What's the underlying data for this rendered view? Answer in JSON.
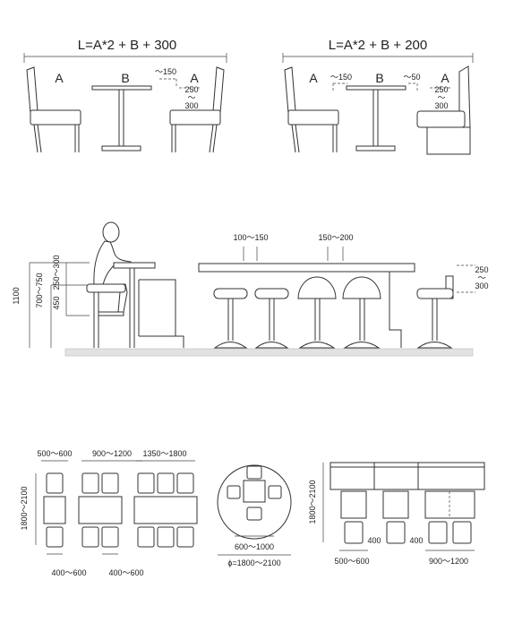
{
  "top_left": {
    "formula": "L=A*2 + B + 300",
    "label_a_left": "A",
    "label_b": "B",
    "label_a_right": "A",
    "gap": "～150",
    "height_top": "250",
    "height_tilde": "～",
    "height_bottom": "300"
  },
  "top_right": {
    "formula": "L=A*2 + B + 200",
    "label_a_left": "A",
    "label_b": "B",
    "label_a_right": "A",
    "gap_left": "～150",
    "gap_right": "～50",
    "height_top": "250",
    "height_tilde": "～",
    "height_bottom": "300"
  },
  "counter": {
    "total_height": "1100",
    "counter_height": "700～750",
    "seat_gap": "250～300",
    "foot_rest": "450",
    "spacing_small": "100～150",
    "spacing_large": "150～200",
    "back_top": "250",
    "back_tilde": "～",
    "back_bottom": "300"
  },
  "plans": {
    "single_width": "500～600",
    "double_width": "900～1200",
    "triple_width": "1350～1800",
    "depth_left": "1800～2100",
    "seat_a": "400～600",
    "seat_b": "400～600",
    "round_inner": "600～1000",
    "round_outer": "ϕ=1800～2100",
    "booth_depth": "1800～2100",
    "booth_single": "500～600",
    "booth_double": "900～1200",
    "booth_gap_a": "400",
    "booth_gap_b": "400"
  }
}
